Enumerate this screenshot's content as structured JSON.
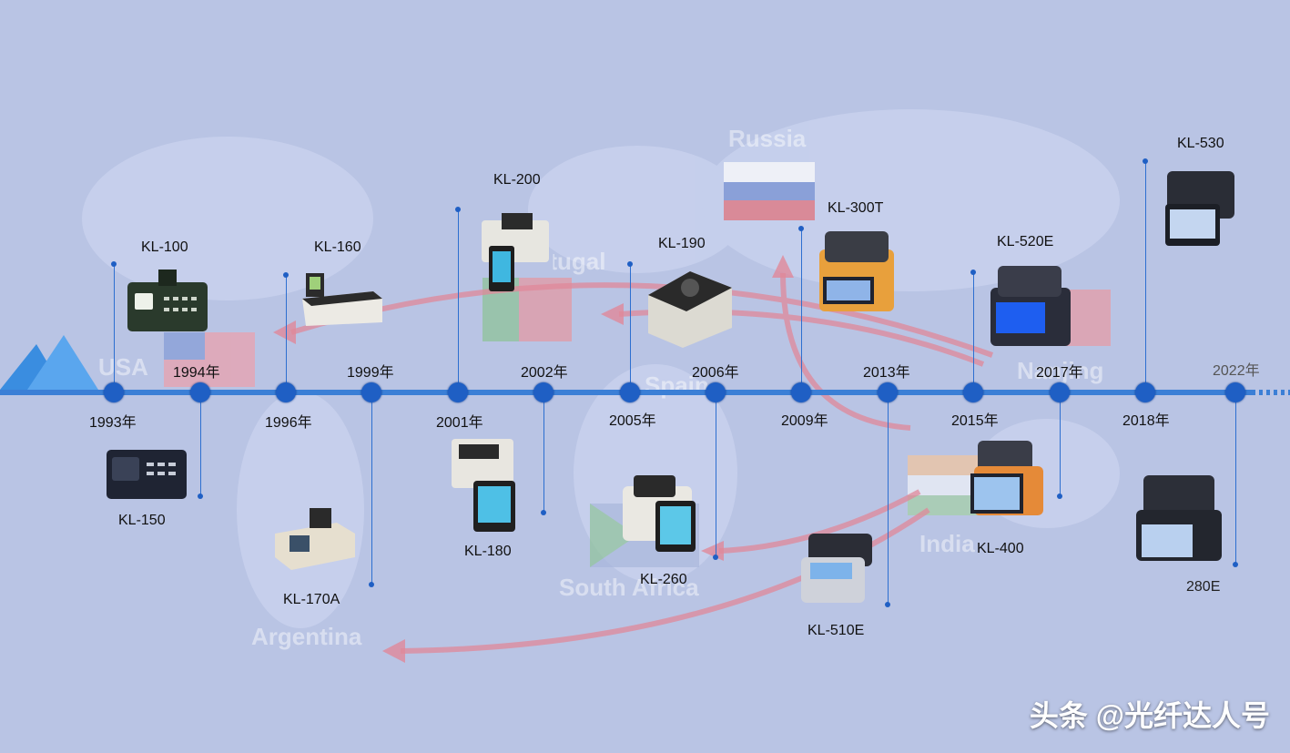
{
  "timeline": {
    "years": [
      "1993年",
      "1994年",
      "1996年",
      "1999年",
      "2001年",
      "2002年",
      "2005年",
      "2006年",
      "2009年",
      "2013年",
      "2015年",
      "2017年",
      "2018年",
      "2022年"
    ],
    "models_top": [
      "KL-100",
      "KL-160",
      "KL-200",
      "KL-190",
      "KL-300T",
      "KL-520E",
      "KL-530"
    ],
    "models_bottom": [
      "KL-150",
      "KL-170A",
      "KL-180",
      "KL-260",
      "KL-510E",
      "KL-400",
      "280E"
    ]
  },
  "countries": [
    "Russia",
    "USA",
    "Portugal",
    "Spain",
    "Nanjing",
    "India",
    "South Africa",
    "Argentina"
  ],
  "watermark": "头条 @光纤达人号",
  "colors": {
    "background": "#b9c4e4",
    "timeline": "#3b7fd6",
    "node": "#1f5fc4",
    "arrow": "#e0889a"
  }
}
